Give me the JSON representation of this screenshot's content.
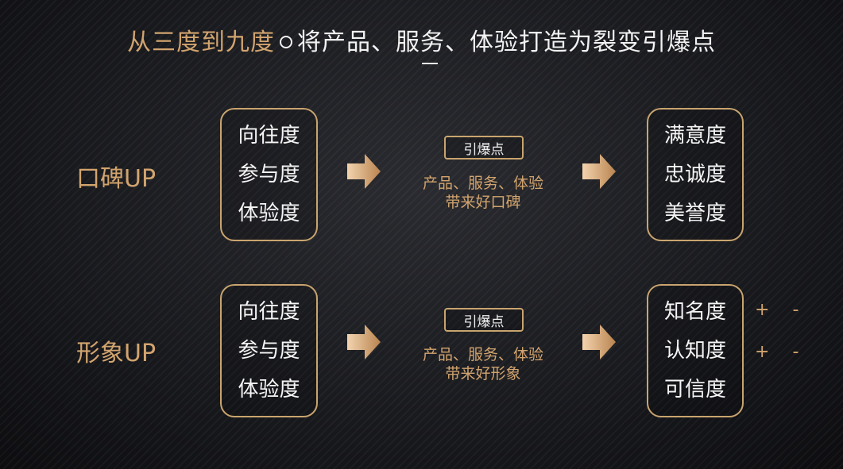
{
  "title": {
    "gold_part": "从三度到九度",
    "white_part": "将产品、服务、体验打造为裂变引爆点"
  },
  "rows": [
    {
      "label": "口碑UP",
      "left_items": [
        "向往度",
        "参与度",
        "体验度"
      ],
      "tag": "引爆点",
      "desc_line1": "产品、服务、体验",
      "desc_line2": "带来好口碑",
      "right_items": [
        "满意度",
        "忠诚度",
        "美誉度"
      ]
    },
    {
      "label": "形象UP",
      "left_items": [
        "向往度",
        "参与度",
        "体验度"
      ],
      "tag": "引爆点",
      "desc_line1": "产品、服务、体验",
      "desc_line2": "带来好形象",
      "right_items": [
        "知名度",
        "认知度",
        "可信度"
      ],
      "side_marks": [
        {
          "plus": "+",
          "minus": "-"
        },
        {
          "plus": "+",
          "minus": "-"
        }
      ]
    }
  ],
  "colors": {
    "gold": "#d2a46e",
    "border_gold": "#c9a46e",
    "white": "#f2f2f2",
    "background": "#14151a"
  },
  "icons": [
    "right-arrow-icon"
  ]
}
